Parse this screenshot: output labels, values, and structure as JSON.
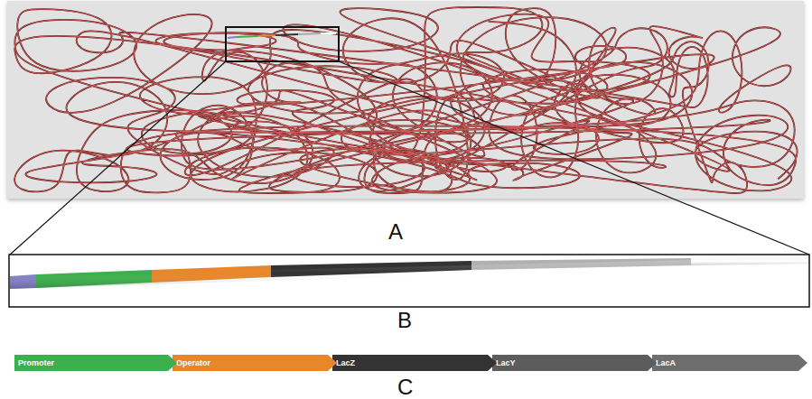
{
  "diagram": {
    "nodes": [
      {
        "text": [
          "Promoter"
        ]
      },
      {
        "text": [
          "Operator"
        ]
      },
      {
        "text": [
          "LacZ"
        ]
      },
      {
        "text": [
          "LacY"
        ]
      },
      {
        "text": [
          "LacA"
        ]
      }
    ],
    "labels": [
      "A",
      "B",
      "C"
    ]
  }
}
